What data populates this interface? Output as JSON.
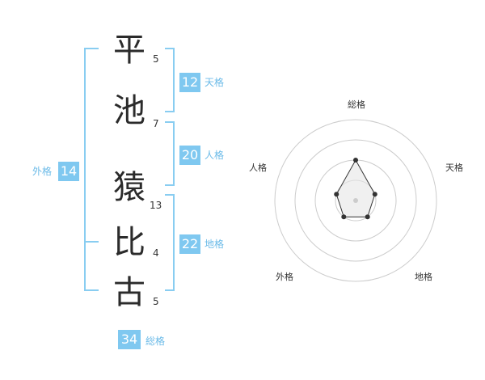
{
  "name": {
    "chars": [
      {
        "char": "平",
        "strokes": "5"
      },
      {
        "char": "池",
        "strokes": "7"
      },
      {
        "char": "猿",
        "strokes": "13"
      },
      {
        "char": "比",
        "strokes": "4"
      },
      {
        "char": "古",
        "strokes": "5"
      }
    ]
  },
  "fortunes": {
    "tenkaku": {
      "value": "12",
      "label": "天格"
    },
    "jinkaku": {
      "value": "20",
      "label": "人格"
    },
    "chikaku": {
      "value": "22",
      "label": "地格"
    },
    "gaikaku": {
      "value": "14",
      "label": "外格"
    },
    "soukaku": {
      "value": "34",
      "label": "総格"
    }
  },
  "radar": {
    "axes": [
      "総格",
      "天格",
      "地格",
      "外格",
      "人格"
    ],
    "max": 4,
    "values": [
      2,
      1,
      1,
      1,
      1
    ],
    "colors": {
      "ring": "#cccccc",
      "fill": "#e6e6e6",
      "line": "#333333",
      "point": "#333333",
      "center": "#cccccc"
    }
  }
}
